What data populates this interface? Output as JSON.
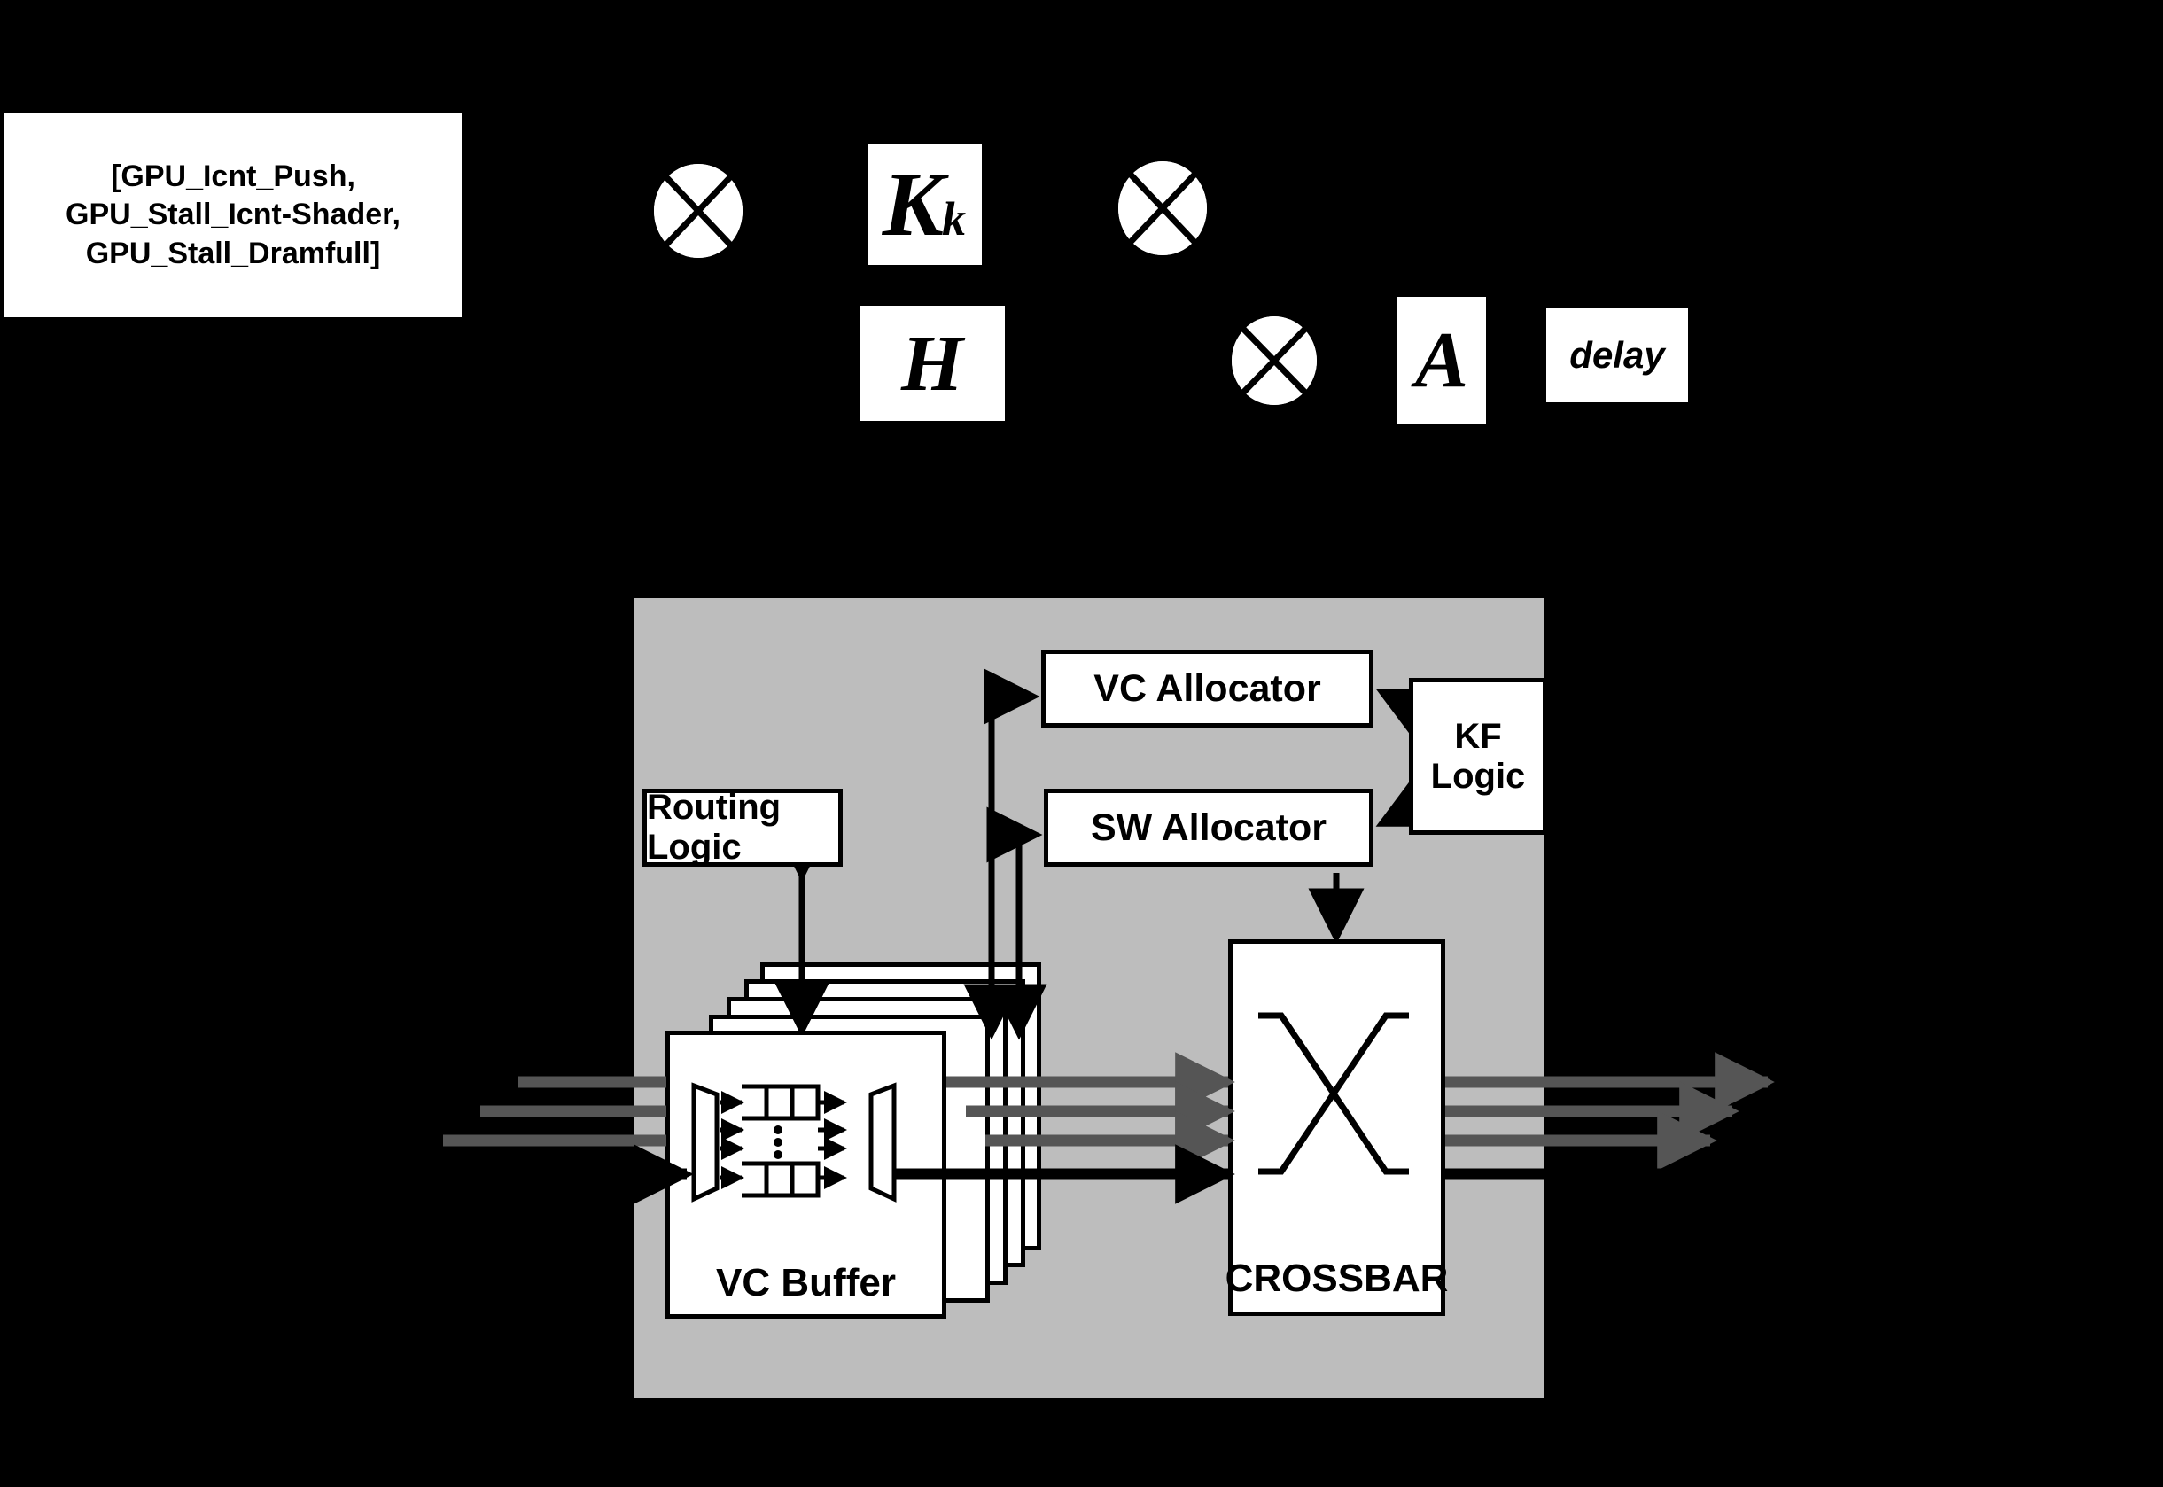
{
  "metrics_label": {
    "line1": "[GPU_Icnt_Push,",
    "line2": "GPU_Stall_Icnt-Shader,",
    "line3": "GPU_Stall_Dramfull]"
  },
  "symbols": {
    "kalman_gain_base": "K",
    "kalman_gain_sub": "k",
    "observation_matrix": "H",
    "state_matrix": "A",
    "delay_label": "delay",
    "multiplier_1": "circle-x-icon",
    "multiplier_2": "circle-x-icon",
    "multiplier_3": "circle-x-icon"
  },
  "router": {
    "vc_allocator": "VC Allocator",
    "sw_allocator": "SW Allocator",
    "routing_logic": "Routing Logic",
    "kf_logic_line1": "KF",
    "kf_logic_line2": "Logic",
    "vc_buffer": "VC Buffer",
    "crossbar": "CROSSBAR"
  },
  "colors": {
    "background": "#000000",
    "router_fill": "#bdbdbd",
    "box_fill": "#ffffff",
    "stroke": "#000000",
    "io_line_gray": "#555555"
  },
  "io": {
    "input_ports": 4,
    "output_ports": 4
  }
}
